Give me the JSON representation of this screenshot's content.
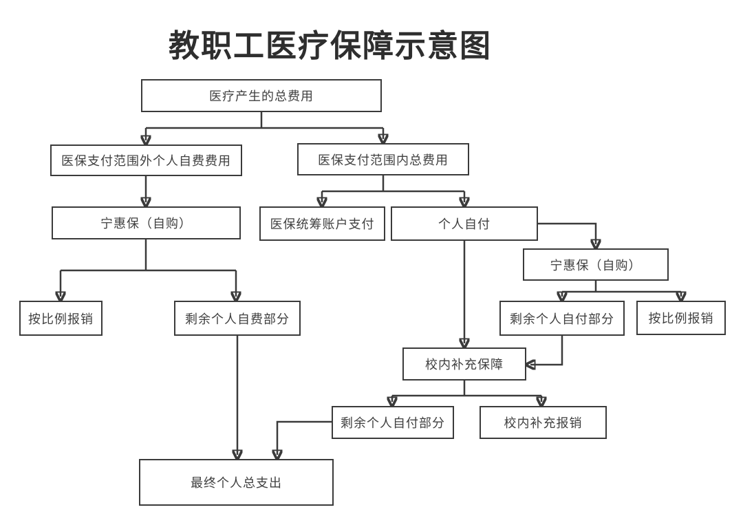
{
  "title": "教职工医疗保障示意图",
  "colors": {
    "line": "#3a3a3a",
    "box_border": "#3a3a3a",
    "text": "#3f3f3f",
    "background": "#ffffff"
  },
  "nodes": {
    "total_cost": "医疗产生的总费用",
    "outside_scope_self_fee": "医保支付范围外个人自费费用",
    "inside_scope_total": "医保支付范围内总费用",
    "ninghuibao_left": "宁惠保（自购）",
    "pooled_account_pay": "医保统筹账户支付",
    "personal_self_pay": "个人自付",
    "ninghuibao_right": "宁惠保（自购）",
    "proportional_reimburse_left": "按比例报销",
    "remaining_self_fee": "剩余个人自费部分",
    "remaining_self_pay_right": "剩余个人自付部分",
    "proportional_reimburse_right": "按比例报销",
    "school_supplement_security": "校内补充保障",
    "remaining_self_pay_bottom": "剩余个人自付部分",
    "school_supplement_reimburse": "校内补充报销",
    "final_personal_total": "最终个人总支出"
  },
  "edges": [
    {
      "from": "total_cost",
      "to": "outside_scope_self_fee"
    },
    {
      "from": "total_cost",
      "to": "inside_scope_total"
    },
    {
      "from": "outside_scope_self_fee",
      "to": "ninghuibao_left"
    },
    {
      "from": "inside_scope_total",
      "to": "pooled_account_pay"
    },
    {
      "from": "inside_scope_total",
      "to": "personal_self_pay"
    },
    {
      "from": "personal_self_pay",
      "to": "ninghuibao_right"
    },
    {
      "from": "ninghuibao_left",
      "to": "proportional_reimburse_left"
    },
    {
      "from": "ninghuibao_left",
      "to": "remaining_self_fee"
    },
    {
      "from": "ninghuibao_right",
      "to": "remaining_self_pay_right"
    },
    {
      "from": "ninghuibao_right",
      "to": "proportional_reimburse_right"
    },
    {
      "from": "personal_self_pay",
      "to": "school_supplement_security"
    },
    {
      "from": "remaining_self_pay_right",
      "to": "school_supplement_security"
    },
    {
      "from": "school_supplement_security",
      "to": "remaining_self_pay_bottom"
    },
    {
      "from": "school_supplement_security",
      "to": "school_supplement_reimburse"
    },
    {
      "from": "remaining_self_fee",
      "to": "final_personal_total"
    },
    {
      "from": "remaining_self_pay_bottom",
      "to": "final_personal_total"
    }
  ]
}
